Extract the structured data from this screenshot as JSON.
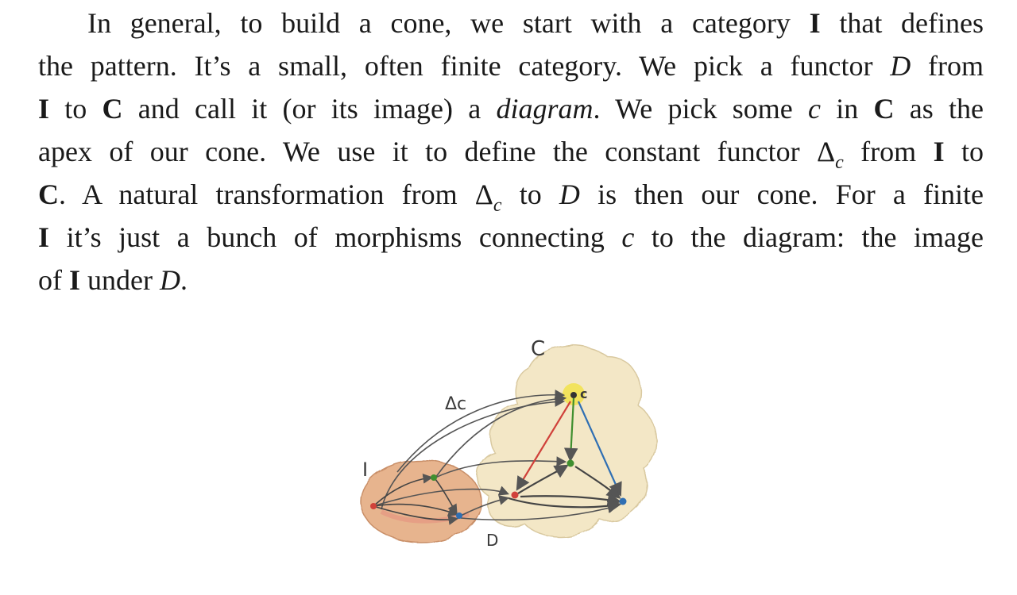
{
  "paragraph": {
    "lines": [
      {
        "segments": [
          {
            "text": "In general, to build a cone, we start with a category ",
            "style": "normal"
          },
          {
            "text": "I",
            "style": "bold"
          },
          {
            "text": " that defines",
            "style": "normal"
          }
        ]
      },
      {
        "segments": [
          {
            "text": "the pattern. It’s a small, often finite category. We pick a functor ",
            "style": "normal"
          },
          {
            "text": "D",
            "style": "italic"
          },
          {
            "text": " from",
            "style": "normal"
          }
        ]
      },
      {
        "segments": [
          {
            "text": "I",
            "style": "bold"
          },
          {
            "text": " to ",
            "style": "normal"
          },
          {
            "text": "C",
            "style": "bold"
          },
          {
            "text": " and call it (or its image) a ",
            "style": "normal"
          },
          {
            "text": "diagram",
            "style": "italic"
          },
          {
            "text": ". We pick some ",
            "style": "normal"
          },
          {
            "text": "c",
            "style": "italic"
          },
          {
            "text": " in ",
            "style": "normal"
          },
          {
            "text": "C",
            "style": "bold"
          },
          {
            "text": " as the",
            "style": "normal"
          }
        ]
      },
      {
        "segments": [
          {
            "text": "apex of our cone. We use it to define the constant functor Δ",
            "style": "normal"
          },
          {
            "text": "c",
            "style": "sub"
          },
          {
            "text": " from ",
            "style": "normal"
          },
          {
            "text": "I",
            "style": "bold"
          },
          {
            "text": " to",
            "style": "normal"
          }
        ]
      },
      {
        "segments": [
          {
            "text": "C",
            "style": "bold"
          },
          {
            "text": ". A natural transformation from Δ",
            "style": "normal"
          },
          {
            "text": "c",
            "style": "sub"
          },
          {
            "text": " to ",
            "style": "normal"
          },
          {
            "text": "D",
            "style": "italic"
          },
          {
            "text": " is then our cone. For a finite",
            "style": "normal"
          }
        ]
      },
      {
        "segments": [
          {
            "text": "I",
            "style": "bold"
          },
          {
            "text": " it’s just a bunch of morphisms connecting ",
            "style": "normal"
          },
          {
            "text": "c",
            "style": "italic"
          },
          {
            "text": " to the diagram: the image",
            "style": "normal"
          }
        ]
      },
      {
        "segments": [
          {
            "text": "of ",
            "style": "normal"
          },
          {
            "text": "I",
            "style": "bold"
          },
          {
            "text": " under ",
            "style": "normal"
          },
          {
            "text": "D",
            "style": "italic"
          },
          {
            "text": ".",
            "style": "normal"
          }
        ]
      }
    ]
  },
  "figure": {
    "labels": {
      "category_c": "C",
      "functor_delta": "Δc",
      "category_i": "I",
      "functor_d": "D",
      "apex": "c"
    },
    "colors": {
      "blob_i": "#e7b48e",
      "blob_c": "#f3e7c6",
      "apex_dot": "#f2e23a",
      "node_green": "#3f8f2f",
      "node_red": "#d0413a",
      "node_blue": "#2f6fb3",
      "arrow_gray": "#555555"
    }
  }
}
